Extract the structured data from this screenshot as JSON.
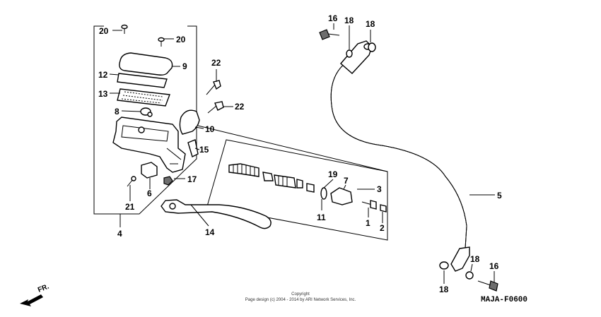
{
  "diagram_code": "MAJA-F0600",
  "direction_label": "FR.",
  "copyright_line1": "Copyright",
  "copyright_line2": "Page design (c) 2004 - 2014 by ARI Network Services, Inc.",
  "callouts": {
    "c20a": "20",
    "c20b": "20",
    "c9": "9",
    "c12": "12",
    "c13": "13",
    "c8": "8",
    "c10": "10",
    "c15": "15",
    "c17": "17",
    "c6": "6",
    "c21": "21",
    "c4": "4",
    "c14": "14",
    "c22a": "22",
    "c22b": "22",
    "c19": "19",
    "c7": "7",
    "c3": "3",
    "c11": "11",
    "c1": "1",
    "c2": "2",
    "c16a": "16",
    "c18a": "18",
    "c18b": "18",
    "c5": "5",
    "c18c": "18",
    "c18d": "18",
    "c16b": "16"
  }
}
